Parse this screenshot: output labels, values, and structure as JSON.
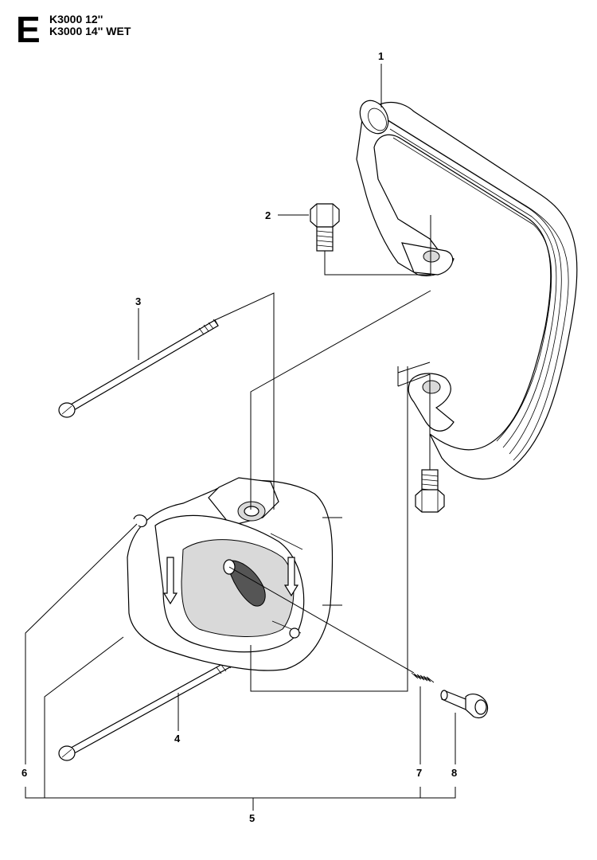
{
  "header": {
    "section_letter": "E",
    "models": [
      "K3000 12''",
      "K3000 14'' WET"
    ]
  },
  "callouts": {
    "c1": "1",
    "c2": "2",
    "c3": "3",
    "c4": "4",
    "c5": "5",
    "c6": "6",
    "c7": "7",
    "c8": "8"
  }
}
